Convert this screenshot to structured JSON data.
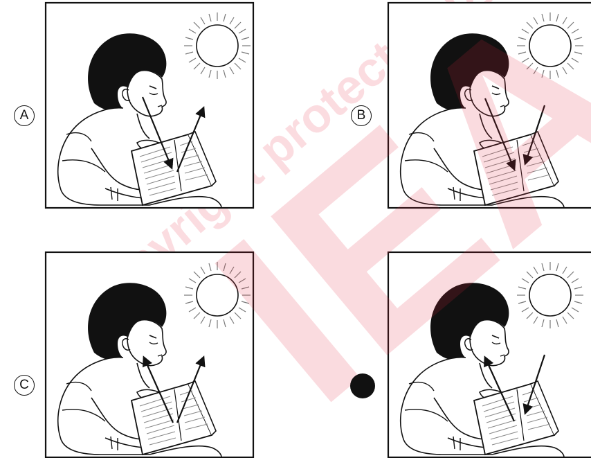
{
  "options": [
    {
      "id": "A",
      "label": "A",
      "selected": false,
      "arrows": "eye-to-book-and-up"
    },
    {
      "id": "B",
      "label": "B",
      "selected": false,
      "arrows": "eye-to-book-and-sun-to-book"
    },
    {
      "id": "C",
      "label": "C",
      "selected": false,
      "arrows": "book-to-eye-and-up"
    },
    {
      "id": "D",
      "label": "",
      "selected": true,
      "arrows": "book-to-eye-and-sun-to-book"
    }
  ],
  "watermark": {
    "text": "Copyright protected by IEA",
    "letters": "IEA",
    "color": "#e6283c"
  },
  "colors": {
    "ink": "#111111",
    "paper": "#ffffff"
  }
}
